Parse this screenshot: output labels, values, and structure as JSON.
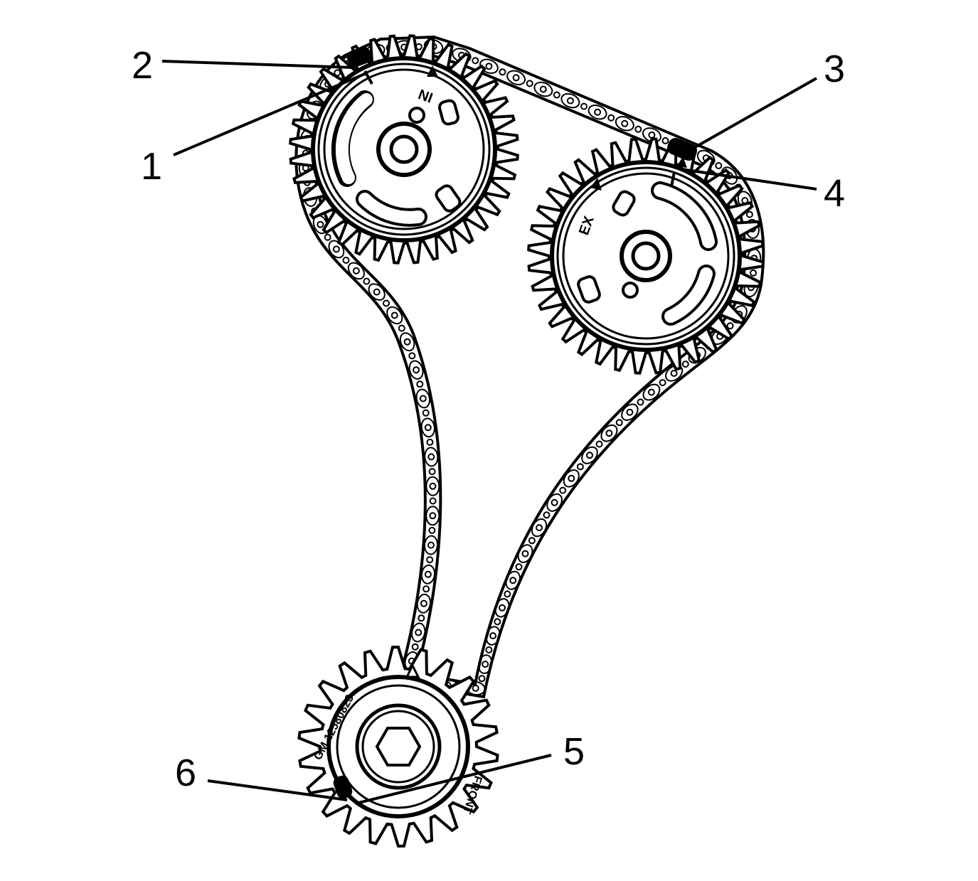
{
  "callouts": [
    {
      "id": "1",
      "label": "1"
    },
    {
      "id": "2",
      "label": "2"
    },
    {
      "id": "3",
      "label": "3"
    },
    {
      "id": "4",
      "label": "4"
    },
    {
      "id": "5",
      "label": "5"
    },
    {
      "id": "6",
      "label": "6"
    }
  ],
  "intake_gear": {
    "stamp": "IN"
  },
  "exhaust_gear": {
    "stamp": "EX"
  },
  "crank_gear": {
    "part_number": "GM 12580823",
    "stamp_right": "FRONT"
  },
  "colors": {
    "line": "#000000",
    "background": "#ffffff"
  }
}
